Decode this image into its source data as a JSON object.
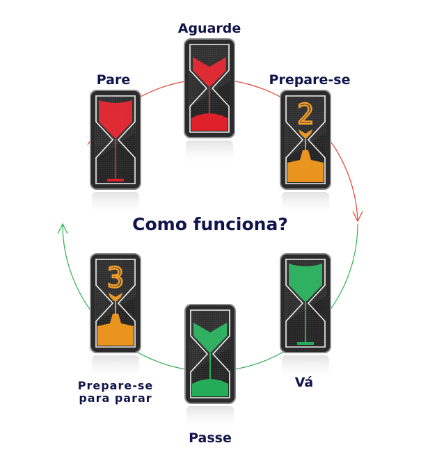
{
  "title": "Como funciona?",
  "colors": {
    "red": "#e8202a",
    "orange": "#f39a1e",
    "green": "#25b35c",
    "cycle_red": "#e8402f",
    "cycle_green": "#2fae4f",
    "label": "#10144a"
  },
  "lights": [
    {
      "id": "aguarde",
      "label": "Aguarde",
      "color": "red",
      "state": "partial-top-with-pile"
    },
    {
      "id": "prepare-se",
      "label": "Prepare-se",
      "color": "orange",
      "state": "countdown",
      "digit": "2"
    },
    {
      "id": "va",
      "label": "Vá",
      "color": "green",
      "state": "full-top"
    },
    {
      "id": "passe",
      "label": "Passe",
      "color": "green",
      "state": "partial-top-with-pile"
    },
    {
      "id": "prepare-se-para-parar",
      "label": "Prepare-se",
      "label2": "para parar",
      "color": "orange",
      "state": "countdown",
      "digit": "3"
    },
    {
      "id": "pare",
      "label": "Pare",
      "color": "red",
      "state": "full-top"
    }
  ]
}
